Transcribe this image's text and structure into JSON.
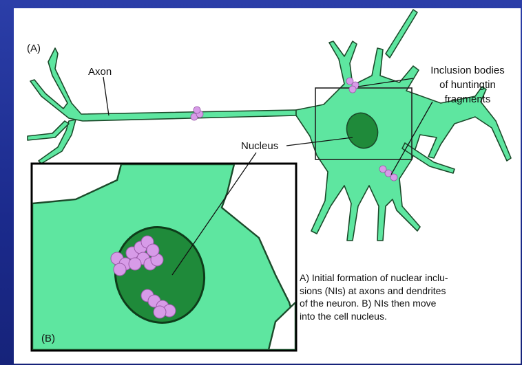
{
  "panel_a_label": "(A)",
  "panel_b_label": "(B)",
  "labels": {
    "axon": "Axon",
    "nucleus": "Nucleus",
    "inclusion_lines": [
      "Inclusion bodies",
      "of huntingtin",
      "fragments"
    ]
  },
  "caption_lines": [
    "A) Initial formation of nuclear inclu-",
    "sions (NIs) at axons and dendrites",
    "of the neuron.  B) NIs then move",
    "into the cell nucleus."
  ],
  "colors": {
    "background": "#1b2a8c",
    "cytoplasm": "#5ee6a0",
    "nucleus": "#1f8a3a",
    "inclusion": "#d79be8",
    "outline": "#1b4a2a"
  }
}
